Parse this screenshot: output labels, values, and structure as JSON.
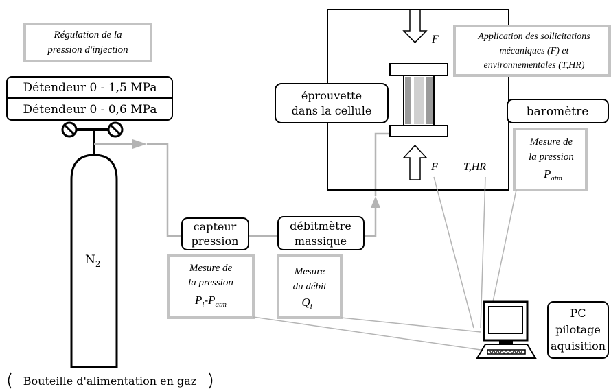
{
  "regulation_note": {
    "line1": "Régulation de la",
    "line2": "pression d'injection"
  },
  "detendeur_high": "Détendeur 0 - 1,5 MPa",
  "detendeur_low": "Détendeur 0 - 0,6 MPa",
  "bottle": {
    "gas_label": "N",
    "gas_subscript": "2",
    "caption": "Bouteille d'alimentation en gaz"
  },
  "capteur": {
    "line1": "capteur",
    "line2": "pression"
  },
  "debitmetre": {
    "line1": "débitmètre",
    "line2": "massique"
  },
  "mesure_pression_diff": {
    "line1": "Mesure de",
    "line2": "la pression",
    "p_i": "P",
    "sub_i": "i",
    "minus": "-",
    "p_atm": "P",
    "sub_atm": "atm"
  },
  "mesure_debit": {
    "line1": "Mesure",
    "line2": "du débit",
    "q": "Q",
    "sub_i": "i"
  },
  "eprouvette": {
    "line1": "éprouvette",
    "line2": "dans la cellule"
  },
  "force_label": "F",
  "thr_label": "T,HR",
  "sollicitations_note": {
    "line1": "Application des sollicitations",
    "line2": "mécaniques (F) et",
    "line3": "environnementales (T,HR)"
  },
  "barometre": "baromètre",
  "mesure_patm": {
    "line1": "Mesure de",
    "line2": "la pression",
    "p": "P",
    "sub_atm": "atm"
  },
  "pc": {
    "line1": "PC",
    "line2": "pilotage",
    "line3": "aquisition"
  },
  "colors": {
    "frame_gray": "#c3c3c3",
    "line_gray": "#b4b4b4",
    "ink": "#000000",
    "specimen": "#9a9a9a"
  }
}
